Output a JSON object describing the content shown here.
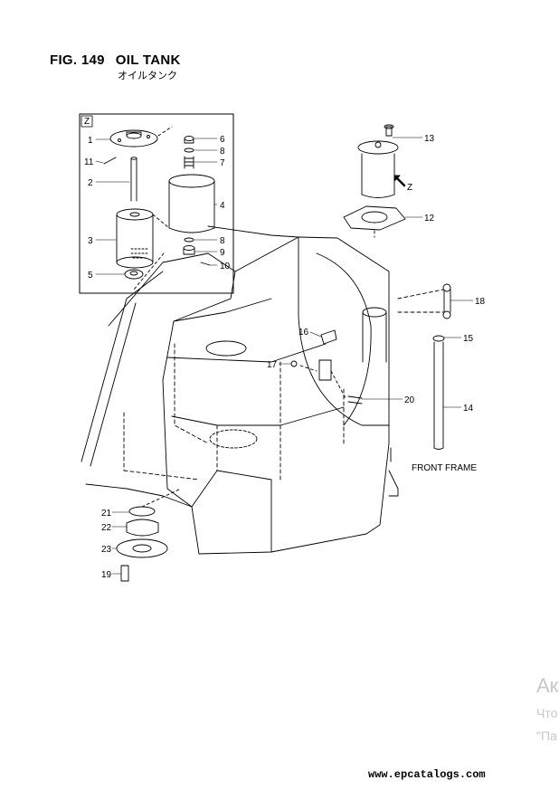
{
  "figure": {
    "number": "FIG. 149",
    "title": "OIL TANK",
    "subtitle_jp": "オイルタンク"
  },
  "detail_view_label": "Z",
  "view_arrow_label": "Z",
  "callouts": {
    "c1": "1",
    "c2": "2",
    "c3": "3",
    "c4": "4",
    "c5": "5",
    "c6": "6",
    "c7": "7",
    "c8a": "8",
    "c8b": "8",
    "c9": "9",
    "c10": "10",
    "c11": "11",
    "c12": "12",
    "c13": "13",
    "c14": "14",
    "c15": "15",
    "c16": "16",
    "c17": "17",
    "c18": "18",
    "c19": "19",
    "c20": "20",
    "c21": "21",
    "c22": "22",
    "c23": "23"
  },
  "front_frame_label": "FRONT FRAME",
  "watermark": {
    "line1": "Ак",
    "line2": "Что",
    "line3": "\"Па"
  },
  "website": "www.epcatalogs.com"
}
